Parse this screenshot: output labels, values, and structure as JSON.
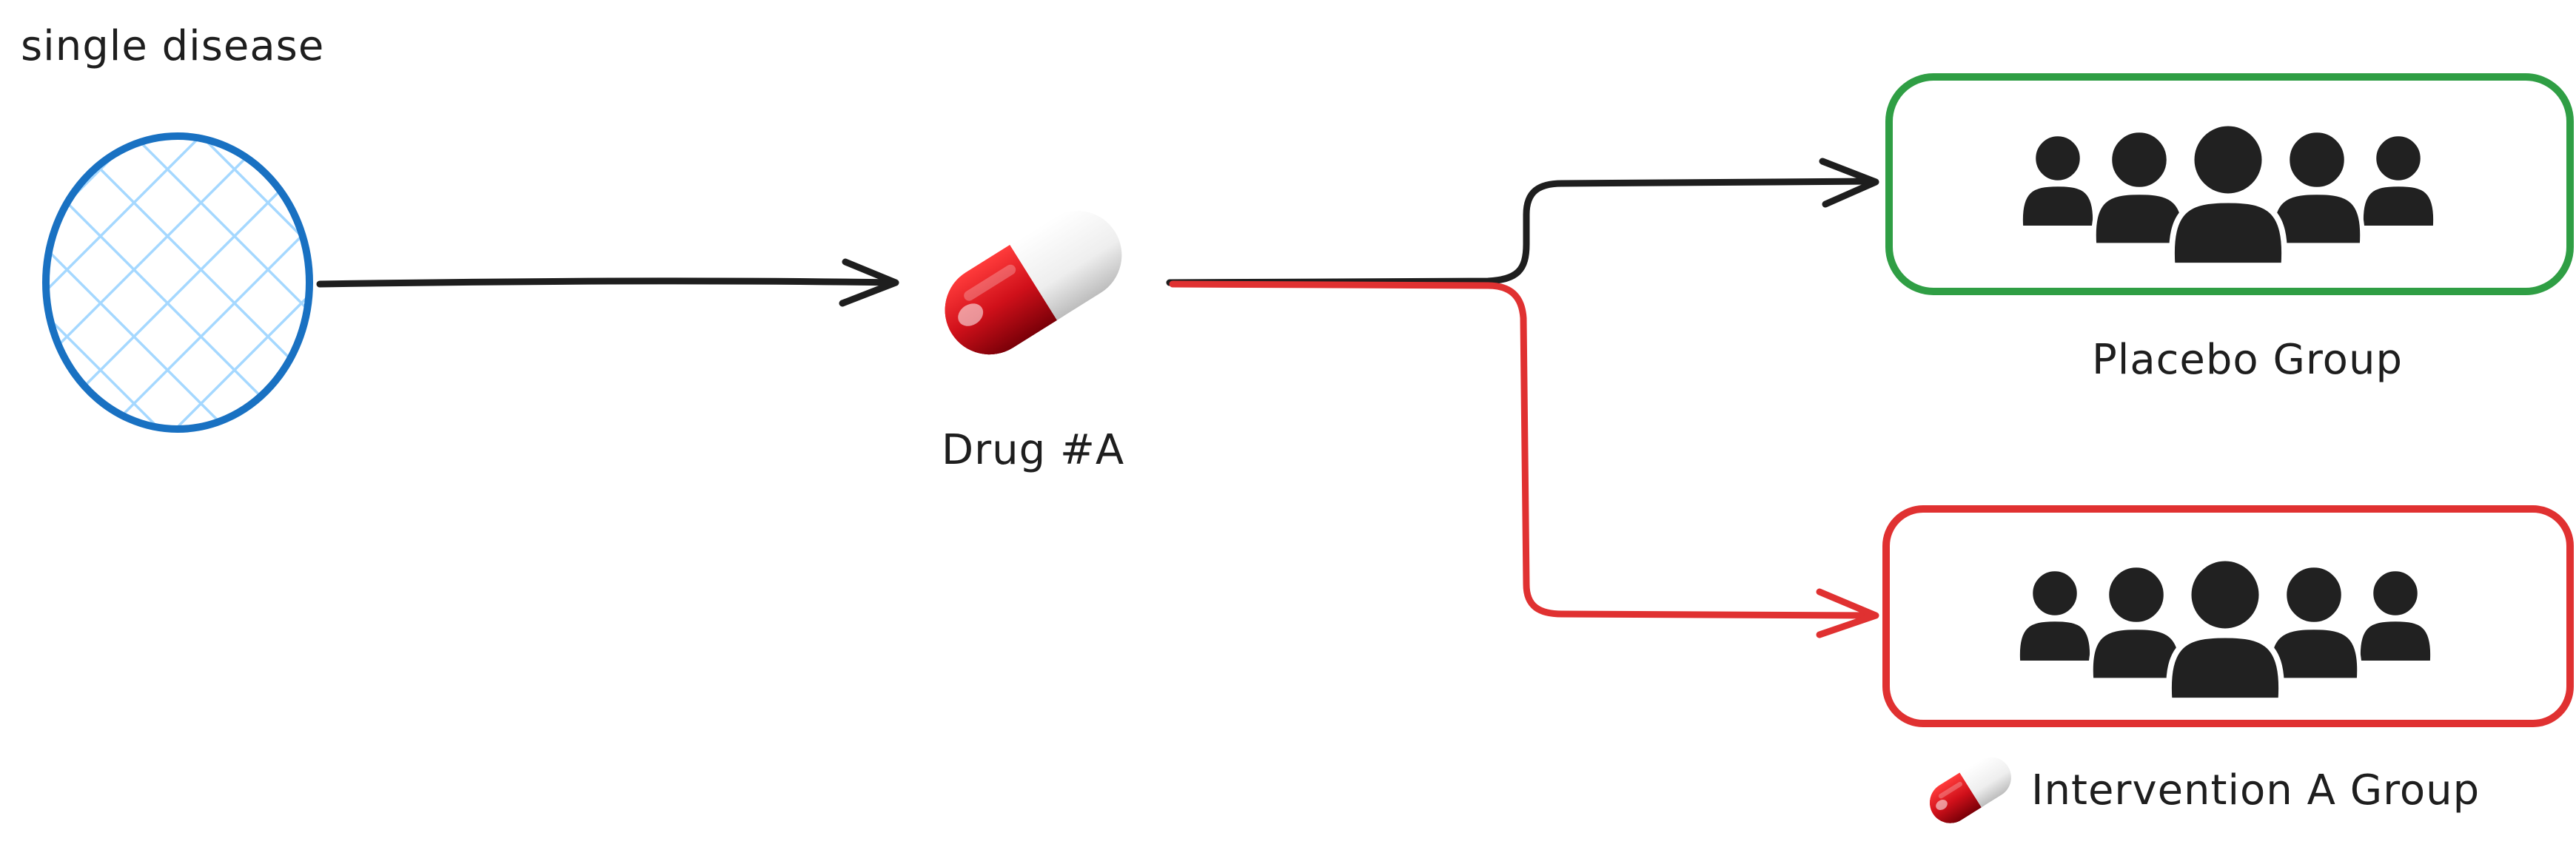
{
  "labels": {
    "disease": "single disease",
    "drug": "Drug #A",
    "placebo_group": "Placebo Group",
    "intervention_group": "Intervention A Group"
  },
  "icons": {
    "disease": "hatched-circle-icon",
    "drug": "pill-capsule-icon",
    "group": "people-group-icon",
    "arrow": "arrow-right-icon"
  },
  "colors": {
    "disease_stroke": "#1971c2",
    "disease_hatch": "#a5d8ff",
    "arrow_dark": "#1e1e1e",
    "arrow_red": "#e03131",
    "placebo_border": "#2f9e44",
    "intervention_border": "#e03131",
    "people": "#212121",
    "pill_red": "#c0101a",
    "pill_white": "#f2f2f2"
  }
}
